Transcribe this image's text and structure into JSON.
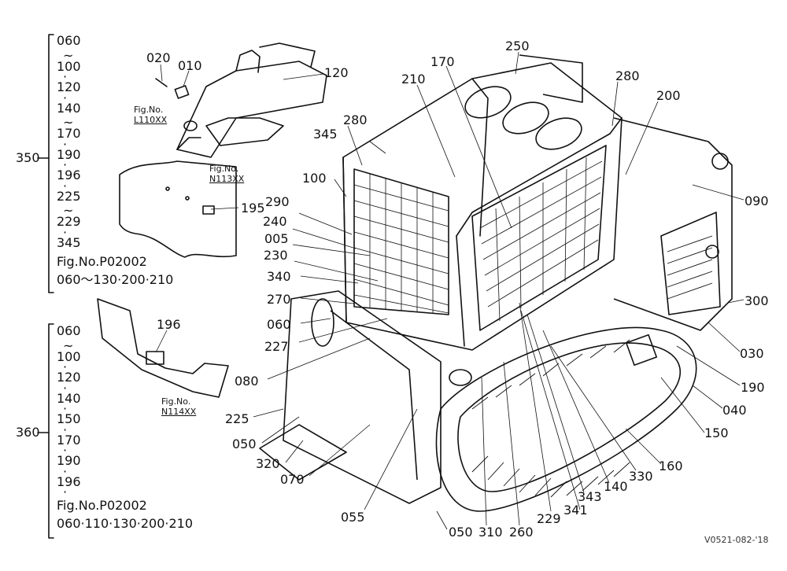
{
  "left_groups": [
    {
      "ref": "350",
      "models": [
        "060",
        "~",
        "100",
        "·",
        "120",
        "·",
        "140",
        "~",
        "170",
        "·",
        "190",
        "·",
        "196",
        "·",
        "225",
        "~",
        "229",
        "·",
        "345"
      ],
      "note_line1": "Fig.No.P02002",
      "note_line2": "060～130·200·210"
    },
    {
      "ref": "360",
      "models": [
        "060",
        "~",
        "100",
        "·",
        "120",
        "·",
        "140",
        "·",
        "150",
        "·",
        "170",
        "·",
        "190",
        "·",
        "196",
        "·"
      ],
      "note_line1": "Fig.No.P02002",
      "note_line2": "060·110·130·200·210"
    }
  ],
  "fig_refs": [
    {
      "line1": "Fig.No.",
      "line2": "L110XX"
    },
    {
      "line1": "Fig.No.",
      "line2": "N113XX"
    },
    {
      "line1": "Fig.No.",
      "line2": "N114XX"
    }
  ],
  "part_labels": [
    "020",
    "010",
    "120",
    "195",
    "196",
    "250",
    "170",
    "210",
    "280",
    "200",
    "345",
    "280",
    "100",
    "290",
    "240",
    "005",
    "230",
    "340",
    "270",
    "060",
    "227",
    "080",
    "225",
    "050",
    "320",
    "070",
    "055",
    "050",
    "310",
    "260",
    "229",
    "341",
    "343",
    "140",
    "330",
    "160",
    "150",
    "040",
    "190",
    "030",
    "300",
    "090"
  ],
  "drawing_code": "V0521-082-'18"
}
